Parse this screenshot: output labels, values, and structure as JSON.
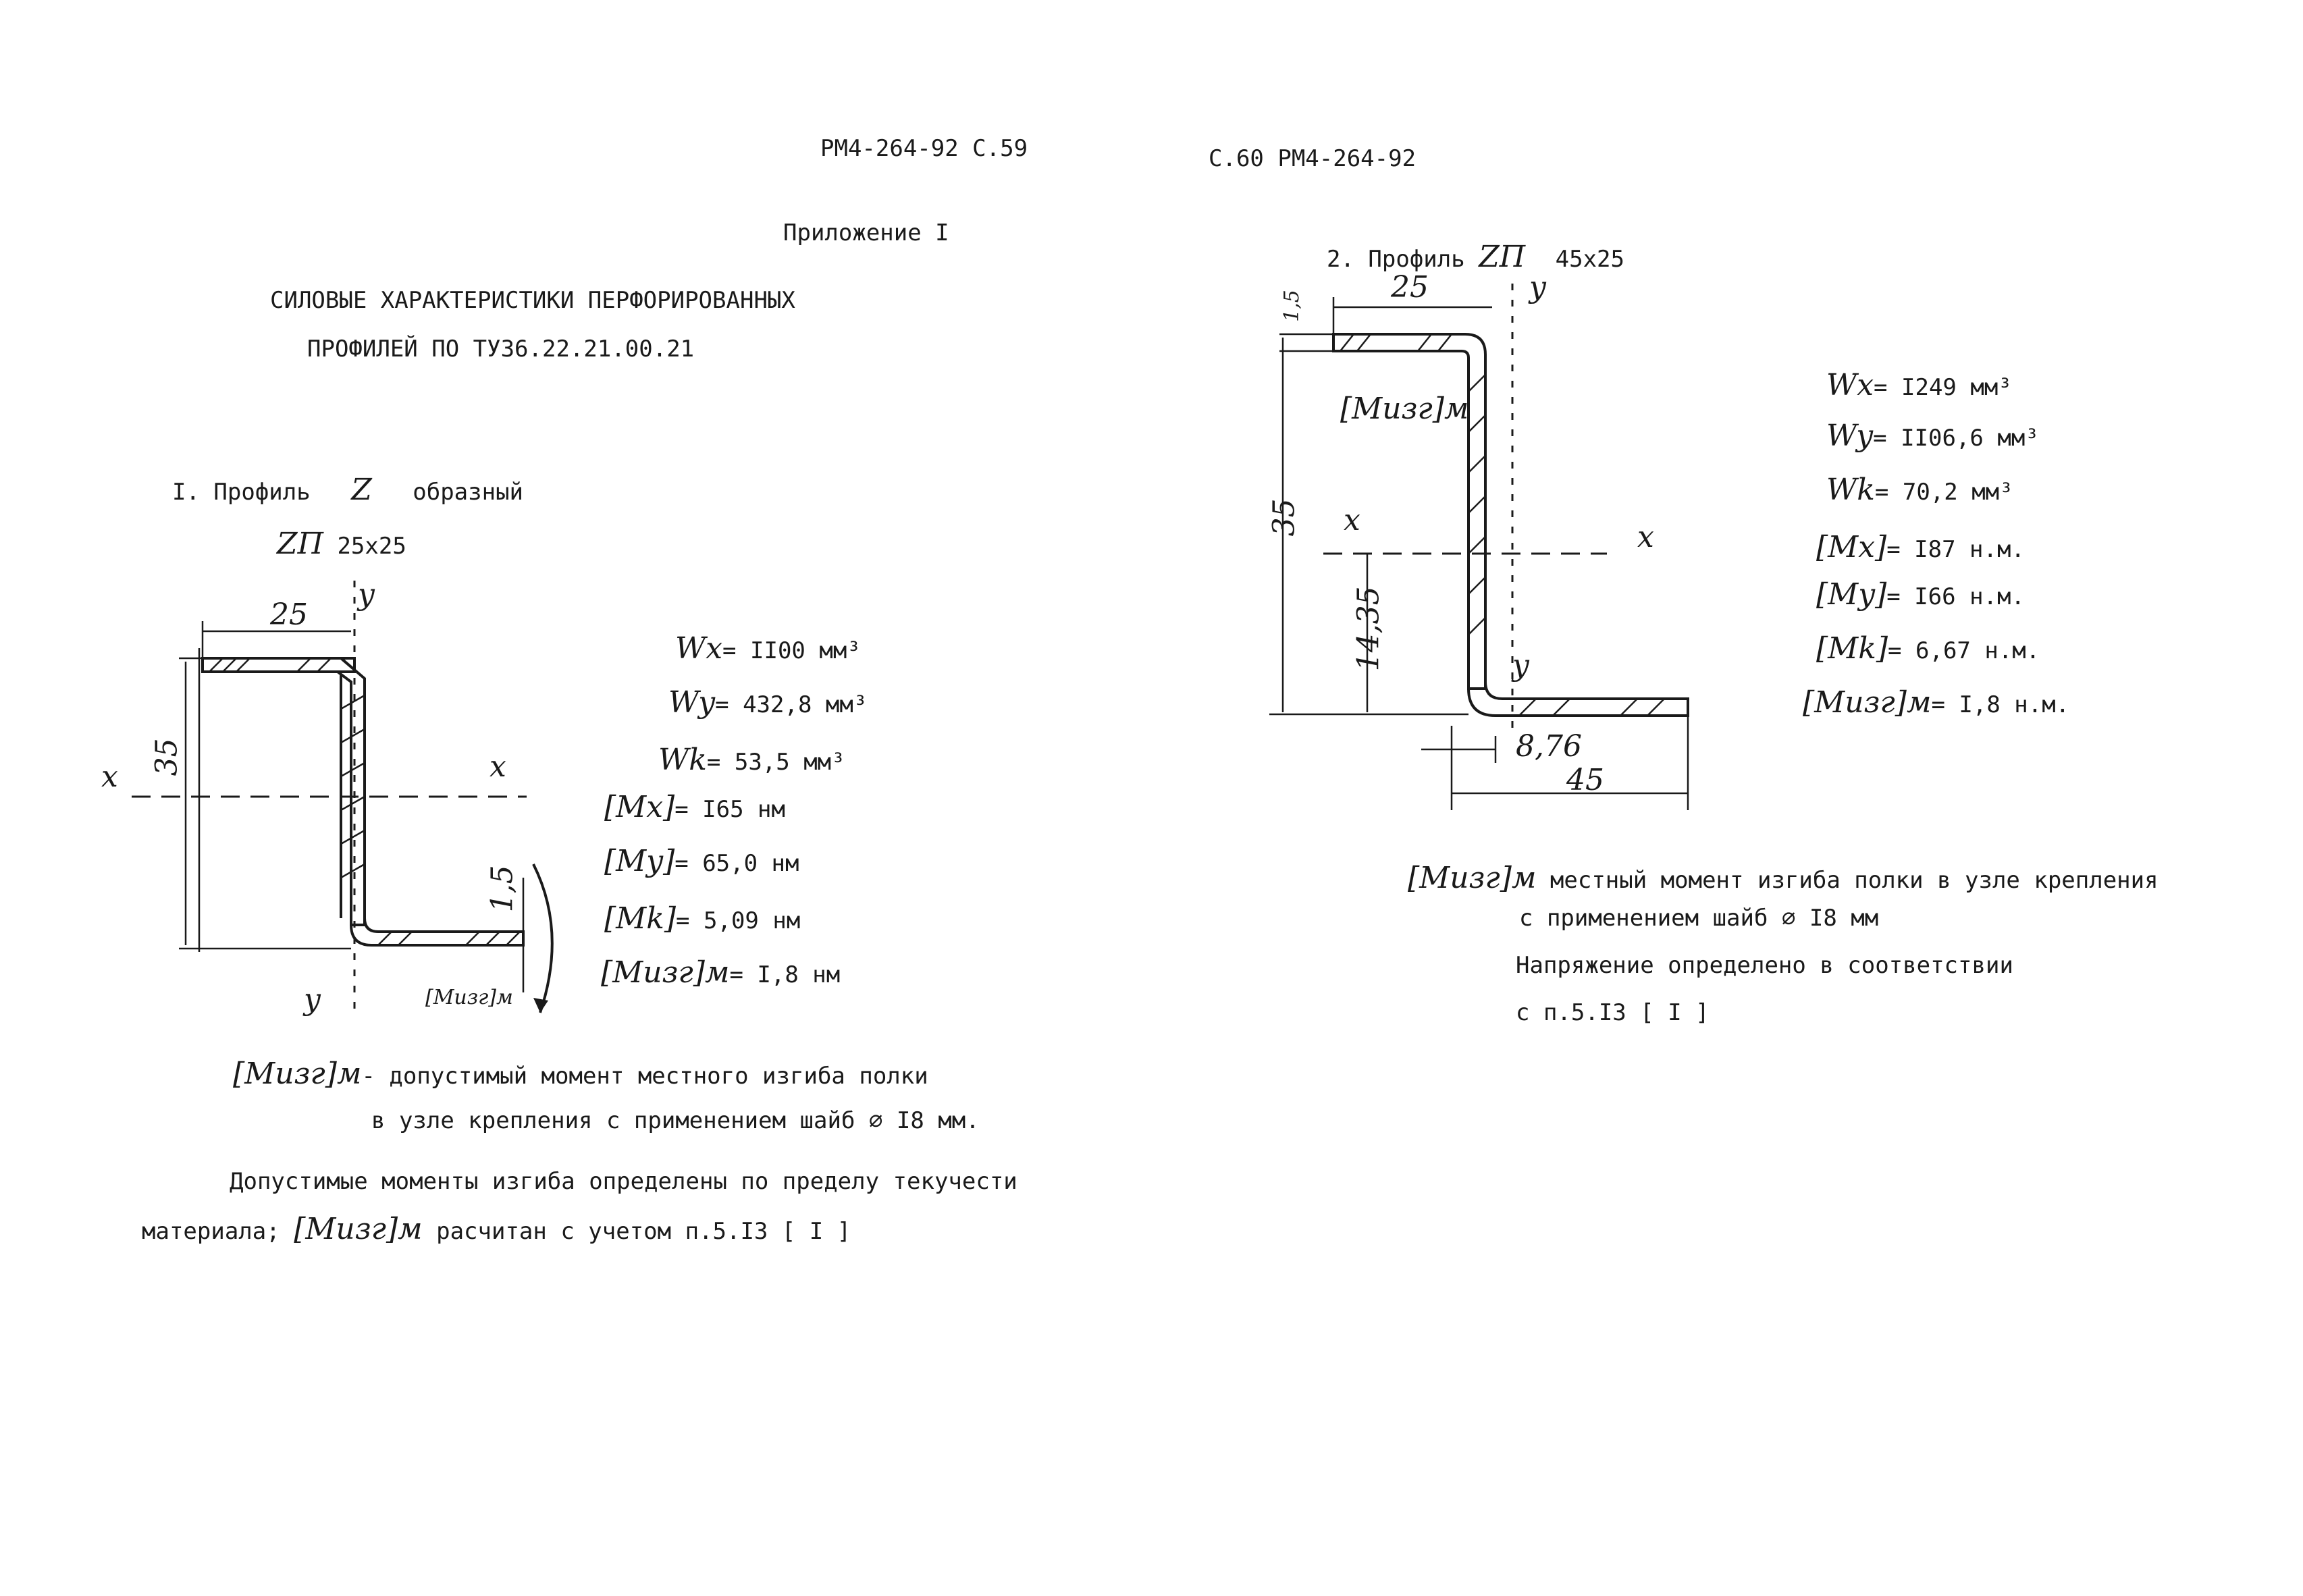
{
  "header": {
    "left": "РМ4-264-92 С.59",
    "right": "С.60 РМ4-264-92"
  },
  "appendix": "Приложение I",
  "title_line1": "СИЛОВЫЕ ХАРАКТЕРИСТИКИ ПЕРФОРИРОВАННЫХ",
  "title_line2": "ПРОФИЛЕЙ ПО ТУ36.22.21.00.21",
  "profile1": {
    "heading_prefix": "I. Профиль",
    "heading_symbol": "Z",
    "heading_suffix": "образный",
    "code_prefix": "ZП",
    "code_size": "25х25",
    "dim_top": "25",
    "dim_height": "35",
    "dim_thickness": "1,5",
    "axis_x_left": "x",
    "axis_x_right": "x",
    "axis_y_top": "y",
    "axis_y_bottom": "y",
    "moment_label": "[Mизг]м",
    "props": [
      {
        "label": "Wx",
        "eq": "= ",
        "value": "II00 мм³"
      },
      {
        "label": "Wy",
        "eq": "= ",
        "value": "432,8 мм³"
      },
      {
        "label": "Wk",
        "eq": "= ",
        "value": "53,5 мм³"
      },
      {
        "label": "[Mx]",
        "eq": "= ",
        "value": "I65 нм"
      },
      {
        "label": "[My]",
        "eq": "= ",
        "value": "65,0 нм"
      },
      {
        "label": "[Mk]",
        "eq": "= ",
        "value": "5,09 нм"
      },
      {
        "label": "[Mизг]м",
        "eq": "= ",
        "value": "I,8 нм"
      }
    ],
    "note_label": "[Mизг]м",
    "note_line1": "- допустимый момент местного изгиба полки",
    "note_line2": "в узле крепления с применением шайб ⌀ I8 мм.",
    "para_line1": "Допустимые моменты изгиба определены по пределу текучести",
    "para_line2_a": "материала;",
    "para_line2_label": "[Mизг]м",
    "para_line2_b": "расчитан  с учетом п.5.I3 [ I ]"
  },
  "profile2": {
    "heading_prefix": "2. Профиль",
    "heading_symbol": "ZП",
    "heading_size": "45х25",
    "dim_top": "25",
    "dim_thickness": "1,5",
    "dim_height": "35",
    "dim_height2": "14,35",
    "dim_bottom_small": "8,76",
    "dim_bottom": "45",
    "axis_x_left": "x",
    "axis_x_right": "x",
    "axis_y_top": "y",
    "axis_y_bottom": "y",
    "moment_label": "[Mизг]м",
    "props": [
      {
        "label": "Wx",
        "eq": "= ",
        "value": "I249 мм³"
      },
      {
        "label": "Wy",
        "eq": "= ",
        "value": "II06,6 мм³"
      },
      {
        "label": "Wk",
        "eq": "= ",
        "value": "70,2 мм³"
      },
      {
        "label": "[Mx]",
        "eq": "= ",
        "value": "I87 н.м."
      },
      {
        "label": "[My]",
        "eq": "= ",
        "value": "I66 н.м."
      },
      {
        "label": "[Mk]",
        "eq": "= ",
        "value": "6,67 н.м."
      },
      {
        "label": "[Mизг]м",
        "eq": "= ",
        "value": "I,8 н.м."
      }
    ],
    "note_label": "[Mизг]м",
    "note_line1": "местный момент изгиба полки в узле крепления",
    "note_line2": "с применением шайб ⌀ I8 мм",
    "note_line3": "Напряжение определено в соответствии",
    "note_line4": "с п.5.I3 [ I ]"
  }
}
